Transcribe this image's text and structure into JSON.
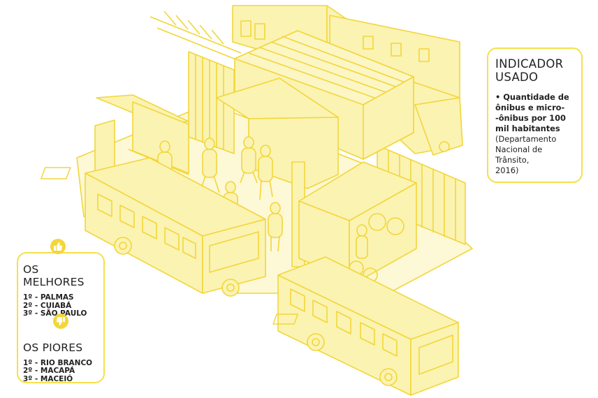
{
  "indicator": {
    "title_line1": "INDICADOR",
    "title_line2": "USADO",
    "bullet_line1": "• Quantidade de",
    "bullet_line2": "ônibus e micro-",
    "bullet_line3": "-ônibus por 100",
    "bullet_line4": "mil habitantes",
    "source_line1": "(Departamento",
    "source_line2": "Nacional de Trânsito,",
    "source_line3": "2016)"
  },
  "ranking": {
    "best_heading": "OS MELHORES",
    "best": [
      "1º - PALMAS",
      "2º - CUIABÁ",
      "3º - SÃO PAULO"
    ],
    "worst_heading": "OS PIORES",
    "worst": [
      "1º - RIO BRANCO",
      "2º - MACAPÁ",
      "3º - MACEIÓ"
    ]
  },
  "icons": {
    "best": "thumbs-up-icon",
    "worst": "thumbs-down-icon"
  },
  "colors": {
    "fill": "#fbf3b2",
    "stroke": "#f2d63a",
    "accent": "#f3d63b",
    "text": "#222222"
  }
}
